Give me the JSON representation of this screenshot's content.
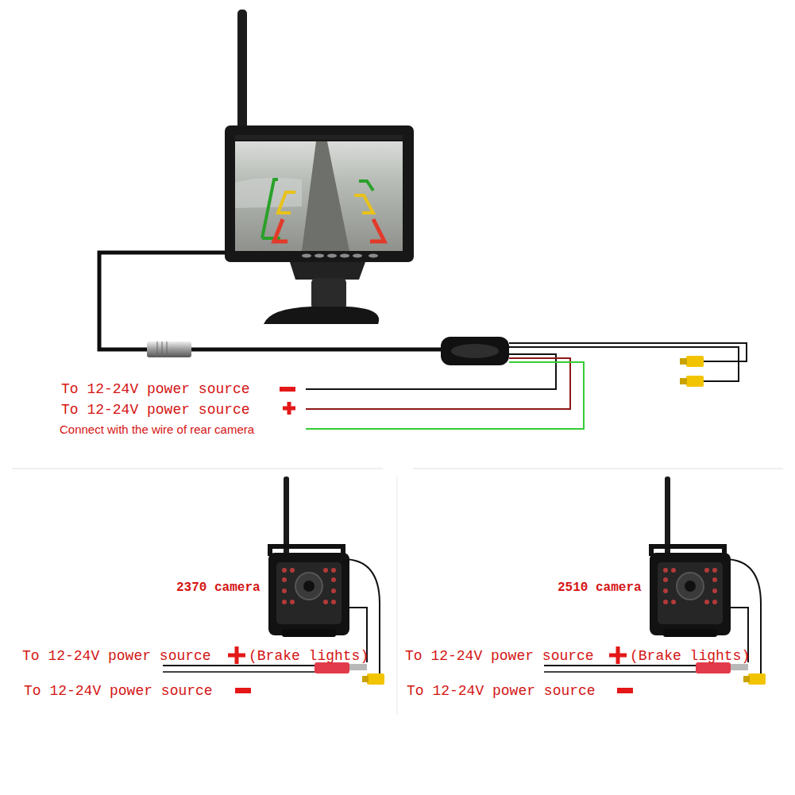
{
  "diagram": {
    "labels": [
      "To 12-24V power source",
      "To 12-24V power source",
      "Connect with the wire of rear camera",
      "2370 camera",
      "To 12-24V power source",
      "(Brake lights)",
      "To 12-24V power source",
      "2510 camera",
      "To 12-24V power source",
      "(Brake lights)",
      "To 12-24V power source"
    ]
  }
}
